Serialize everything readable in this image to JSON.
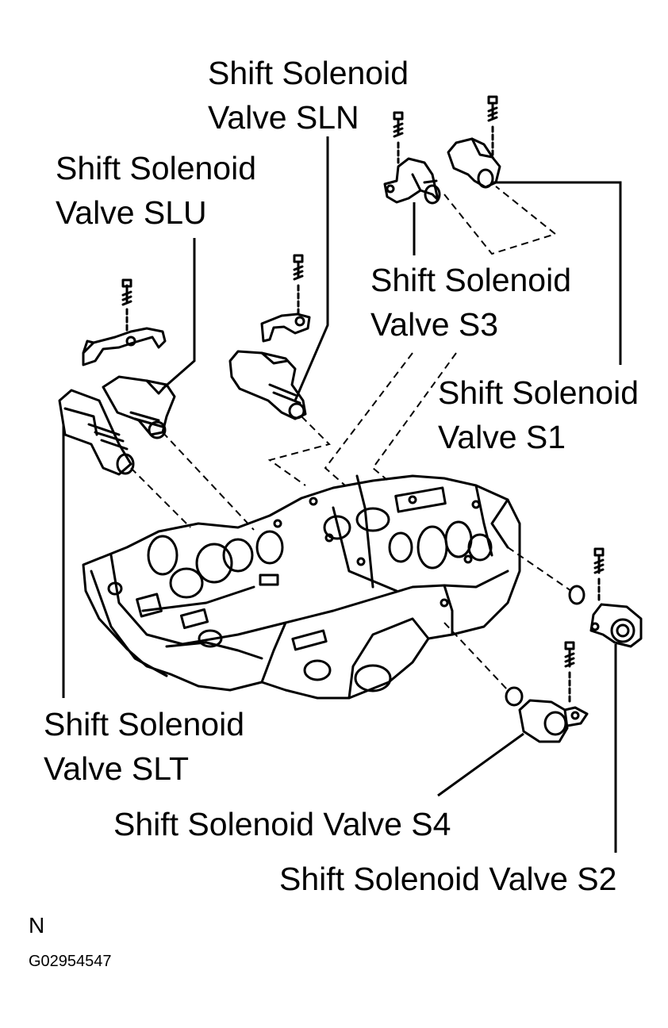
{
  "labels": {
    "sln_line1": "Shift Solenoid",
    "sln_line2": "Valve SLN",
    "slu_line1": "Shift Solenoid",
    "slu_line2": "Valve SLU",
    "s3_line1": "Shift Solenoid",
    "s3_line2": "Valve S3",
    "s1_line1": "Shift Solenoid",
    "s1_line2": "Valve S1",
    "slt_line1": "Shift Solenoid",
    "slt_line2": "Valve SLT",
    "s4": "Shift Solenoid Valve S4",
    "s2": "Shift Solenoid Valve S2"
  },
  "footer": {
    "orientation": "N",
    "figure_id": "G02954547"
  }
}
